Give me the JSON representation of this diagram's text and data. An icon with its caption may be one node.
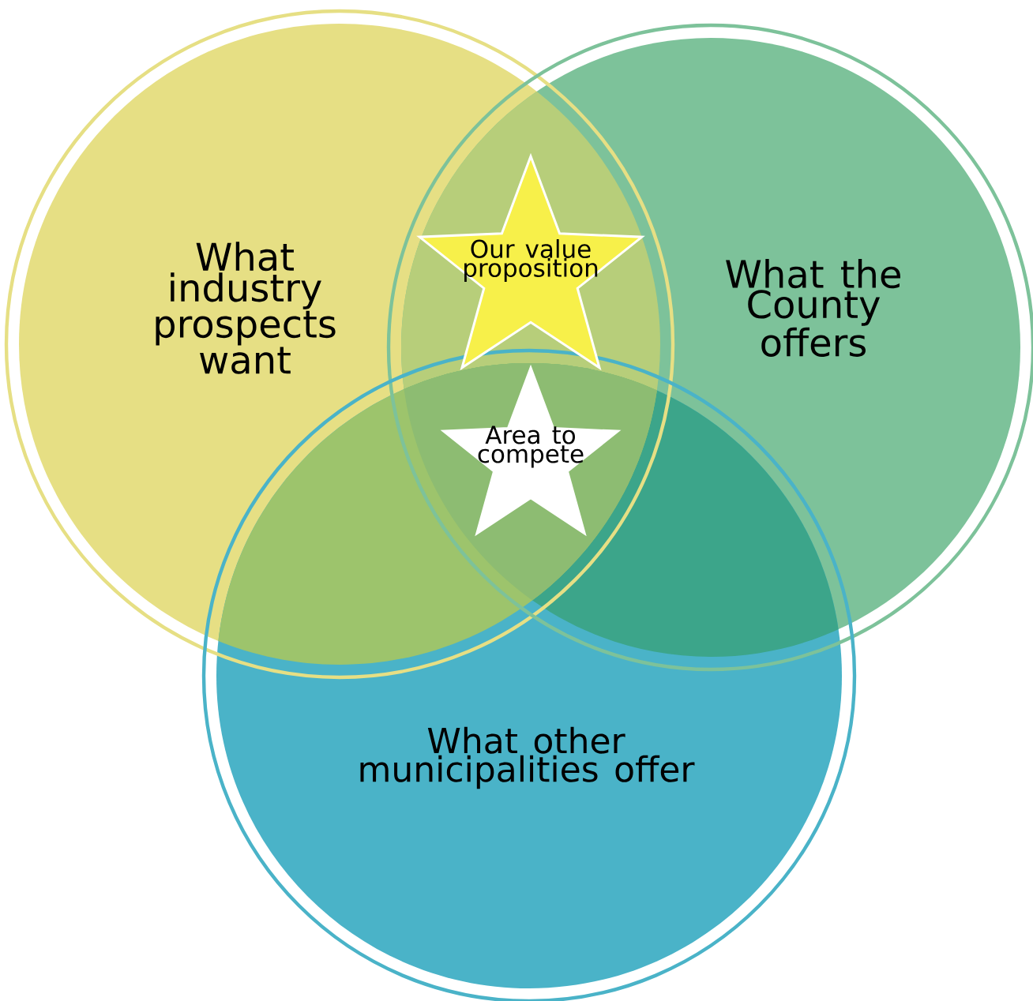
{
  "diagram": {
    "nodes": [
      {
        "text": [
          "What industry prospects want"
        ]
      },
      {
        "text": [
          "What the County offers"
        ]
      },
      {
        "text": [
          "What other municipalities offer"
        ]
      },
      {
        "text": [
          "Our value proposition"
        ]
      },
      {
        "text": [
          "Area to compete"
        ]
      }
    ]
  }
}
